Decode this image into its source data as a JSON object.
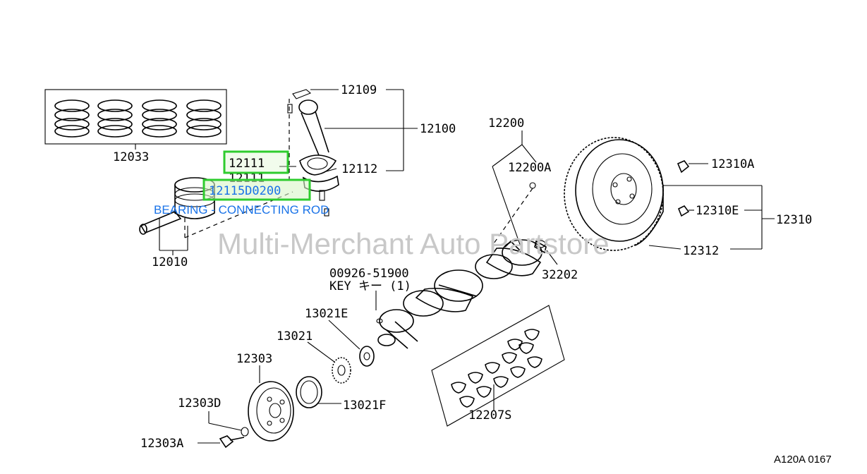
{
  "colors": {
    "highlight_border": "#2ecc2e",
    "highlight_fill": "#d8f5c8",
    "link_text": "#1a73e8",
    "watermark": "#c8c8c8"
  },
  "labels": {
    "p12033": "12033",
    "p12010": "12010",
    "p12109": "12109",
    "p12100": "12100",
    "p12112": "12112",
    "p12111_ghost": "12111",
    "p12200": "12200",
    "p12200A": "12200A",
    "p12310A": "12310A",
    "p12310E": "12310E",
    "p12310": "12310",
    "p12312": "12312",
    "p32202": "32202",
    "key_number": "00926-51900",
    "key_name": "KEY キー (1)",
    "p13021E": "13021E",
    "p13021": "13021",
    "p13021F": "13021F",
    "p12303": "12303",
    "p12303D": "12303D",
    "p12303A": "12303A",
    "p12207S": "12207S"
  },
  "hotspots": {
    "part_12111": "12111",
    "part_12115D0200": "12115D0200"
  },
  "tooltip": "BEARING - CONNECTING ROD",
  "watermark": "Multi-Merchant Auto Partstore",
  "diagram_ref": "A120A 0167"
}
